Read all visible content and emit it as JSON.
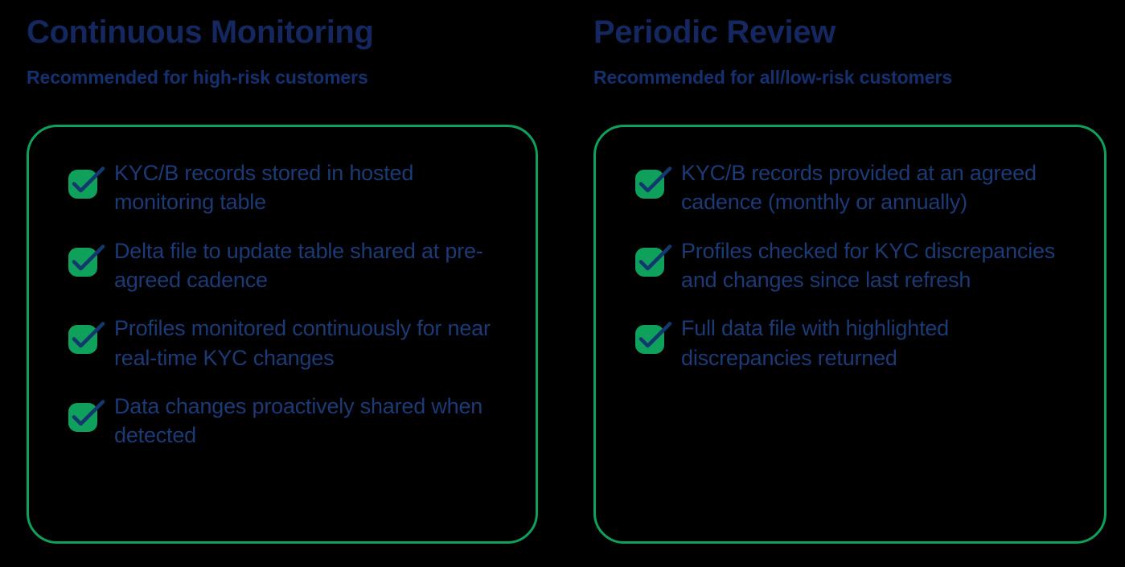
{
  "colors": {
    "background": "#000000",
    "green": "#0FA05C",
    "heading_navy": "#14275E",
    "body_navy": "#1C3A76"
  },
  "columns": [
    {
      "title": "Continuous Monitoring",
      "subtitle": "Recommended for high-risk customers",
      "items": [
        {
          "icon": "check-icon",
          "text": "KYC/B records stored in hosted monitoring table"
        },
        {
          "icon": "check-icon",
          "text": "Delta file to update table shared at pre-agreed cadence"
        },
        {
          "icon": "check-icon",
          "text": "Profiles monitored continuously for near real-time KYC changes"
        },
        {
          "icon": "check-icon",
          "text": "Data changes proactively shared when detected"
        }
      ]
    },
    {
      "title": "Periodic Review",
      "subtitle": "Recommended for all/low-risk customers",
      "items": [
        {
          "icon": "check-icon",
          "text": "KYC/B records provided at an agreed cadence (monthly or annually)"
        },
        {
          "icon": "check-icon",
          "text": "Profiles checked for KYC discrepancies and changes since last refresh"
        },
        {
          "icon": "check-icon",
          "text": "Full data file with highlighted discrepancies returned"
        }
      ]
    }
  ]
}
